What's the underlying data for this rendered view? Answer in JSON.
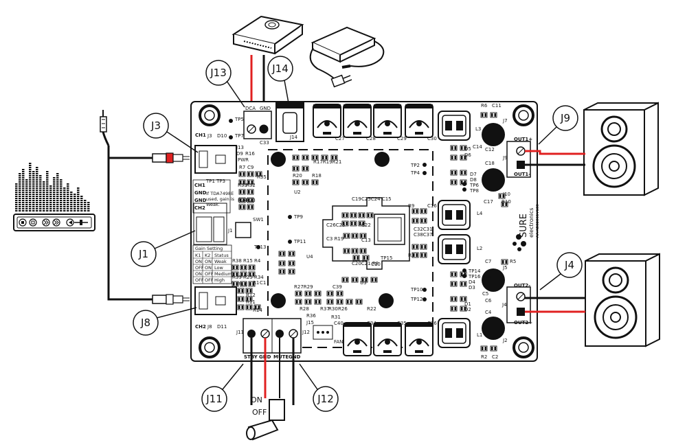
{
  "callouts": {
    "j13": "J13",
    "j14": "J14",
    "j3": "J3",
    "j9": "J9",
    "j1": "J1",
    "j8": "J8",
    "j4": "J4",
    "j11": "J11",
    "j12": "J12"
  },
  "switch": {
    "on": "ON",
    "off": "OFF"
  },
  "board": {
    "ch1": "CH1",
    "ch2": "CH2",
    "j3": "J3",
    "d10": "D10",
    "j8": "J8",
    "d11": "D11",
    "tp5": "TP5",
    "tp7": "TP7",
    "j13_lbl": "J13",
    "d9": "D9",
    "r16": "R16",
    "pwr": "PWR",
    "dca": "DCA",
    "gnd_top": "GND",
    "j14_lbl": "J14",
    "c27": "C27",
    "c28": "C28",
    "c29": "C29",
    "c30": "C30",
    "c34": "C34",
    "c35": "C35",
    "c36": "C36",
    "r6": "R6",
    "c11": "C11",
    "j7": "J7",
    "l3": "L3",
    "c12": "C12",
    "c14": "C14",
    "c18": "C18",
    "d5": "D5",
    "d6": "D6",
    "d7": "D7",
    "d8": "D8",
    "tp6": "TP6",
    "tp8": "TP8",
    "j9_lbl": "J9",
    "out1p": "OUT1+",
    "out1m": "OUT1-",
    "out2m": "OUT2-",
    "out2p": "OUT2+",
    "j4_lbl": "J4",
    "c17": "C17",
    "r10": "R10",
    "j10": "J10",
    "l4": "L4",
    "l2": "L2",
    "l1": "L1",
    "tp14": "TP14",
    "tp16": "TP16",
    "d3": "D3",
    "d4": "D4",
    "d1": "D1",
    "d2": "D2",
    "c5": "C5",
    "c6": "C6",
    "c7": "C7",
    "c8": "C8",
    "c4": "C4",
    "j5": "J5",
    "r5": "R5",
    "j2": "J2",
    "r2": "R2",
    "c2": "C2",
    "sure": "SURE",
    "electronics": "electronics",
    "model": "AA-AB32361V133",
    "r7": "R7",
    "c9": "C9",
    "c33": "C33",
    "r35": "R35",
    "r33": "R33",
    "r32": "R32",
    "r24": "R24",
    "r23": "R23",
    "r17r19r21": "R17R19R21",
    "r20": "R20",
    "r18": "R18",
    "u2": "U2",
    "tp2": "TP2",
    "tp4": "TP4",
    "tp9": "TP9",
    "tp11": "TP11",
    "c19": "C19",
    "c25c24c15": "C25C24 C15",
    "c26c23": "C26C23",
    "c22": "C22",
    "c3r19": "C3 R19",
    "c13": "C13",
    "c20c21r8": "C20C21 R8",
    "c10": "C10",
    "r9": "R9",
    "c16": "C16",
    "c32c31": "C32C31",
    "c38c37": "C38C37",
    "r3": "R3",
    "tp15": "TP15",
    "tp13": "TP13",
    "sw1": "SW1",
    "j1_lbl": "J1",
    "u4": "U4",
    "r38r15r4": "R38 R15 R4",
    "r39r25r34": "R39 R25 R34",
    "r27r29": "R27R29",
    "c39": "C39",
    "u3": "U3",
    "r22": "R22",
    "r13": "R13",
    "r1": "R1",
    "c1": "C1",
    "r12": "R12",
    "r11": "R11",
    "r14": "R14",
    "r36": "R36",
    "r28": "R28",
    "r37": "R37",
    "r30": "R30",
    "r26": "R26",
    "tp10": "TP10",
    "tp12": "TP12",
    "j15": "J15",
    "r31": "R31",
    "c40": "C40",
    "fan": "FAN",
    "j11_lbl": "J11",
    "j12_lbl": "J12",
    "stby": "STBY",
    "gnd_a": "GND",
    "mute": "MUTE",
    "gnd_b": "GND",
    "ch1_side": "CH1",
    "gnd_side1": "GND",
    "gnd_side2": "GND",
    "ch2_side": "CH2",
    "tp1tp3": "TP1 TP3",
    "note1": "If TDA7498E",
    "note2": "used, gain is",
    "note3": "Weak.",
    "gain_title": "Gain Setting",
    "gain_table": {
      "header": [
        "K1",
        "K2",
        "Status"
      ],
      "rows": [
        [
          "ON",
          "ON",
          "Weak"
        ],
        [
          "OFF",
          "ON",
          "Low"
        ],
        [
          "ON",
          "OFF",
          "Medium"
        ],
        [
          "OFF",
          "OFF",
          "High"
        ]
      ]
    }
  },
  "colors": {
    "line": "#111111",
    "wire_red": "#e02020",
    "board_bg": "#ffffff"
  }
}
